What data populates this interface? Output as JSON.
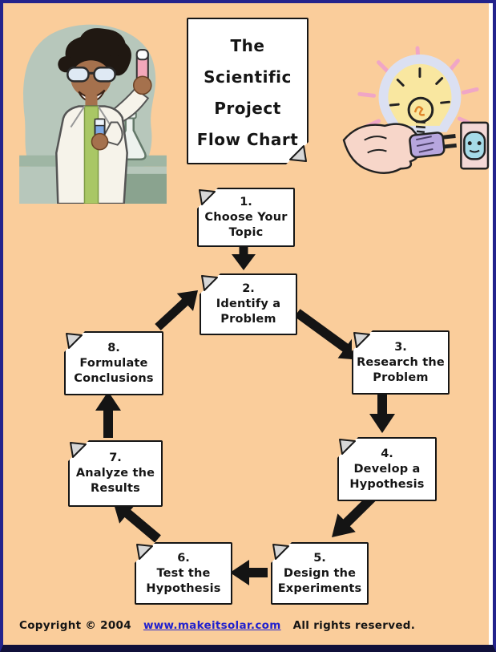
{
  "page": {
    "background_color": "#FACD9B",
    "border_color": "#23238C",
    "arrow_color": "#141414",
    "box_fill": "#FFFFFF",
    "fold_color": "#D7D7D7"
  },
  "title_card": {
    "lines": [
      "The",
      "Scientific",
      "Project",
      "Flow Chart"
    ]
  },
  "illustrations": {
    "scientist": "cartoon-scientist-holding-test-tubes",
    "idea": "hand-plugging-in-glowing-lightbulb"
  },
  "flow": {
    "steps": [
      {
        "number": "1.",
        "lines": [
          "Choose Your",
          "Topic"
        ]
      },
      {
        "number": "2.",
        "lines": [
          "Identify a",
          "Problem"
        ]
      },
      {
        "number": "3.",
        "lines": [
          "Research the",
          "Problem"
        ]
      },
      {
        "number": "4.",
        "lines": [
          "Develop a",
          "Hypothesis"
        ]
      },
      {
        "number": "5.",
        "lines": [
          "Design the",
          "Experiments"
        ]
      },
      {
        "number": "6.",
        "lines": [
          "Test the",
          "Hypothesis"
        ]
      },
      {
        "number": "7.",
        "lines": [
          "Analyze the",
          "Results"
        ]
      },
      {
        "number": "8.",
        "lines": [
          "Formulate",
          "Conclusions"
        ]
      }
    ]
  },
  "footer": {
    "copyright_prefix": "Copyright © 2004",
    "link_text": "www.makeitsolar.com",
    "copyright_suffix": "All rights reserved.",
    "link_color": "#2121CE"
  }
}
